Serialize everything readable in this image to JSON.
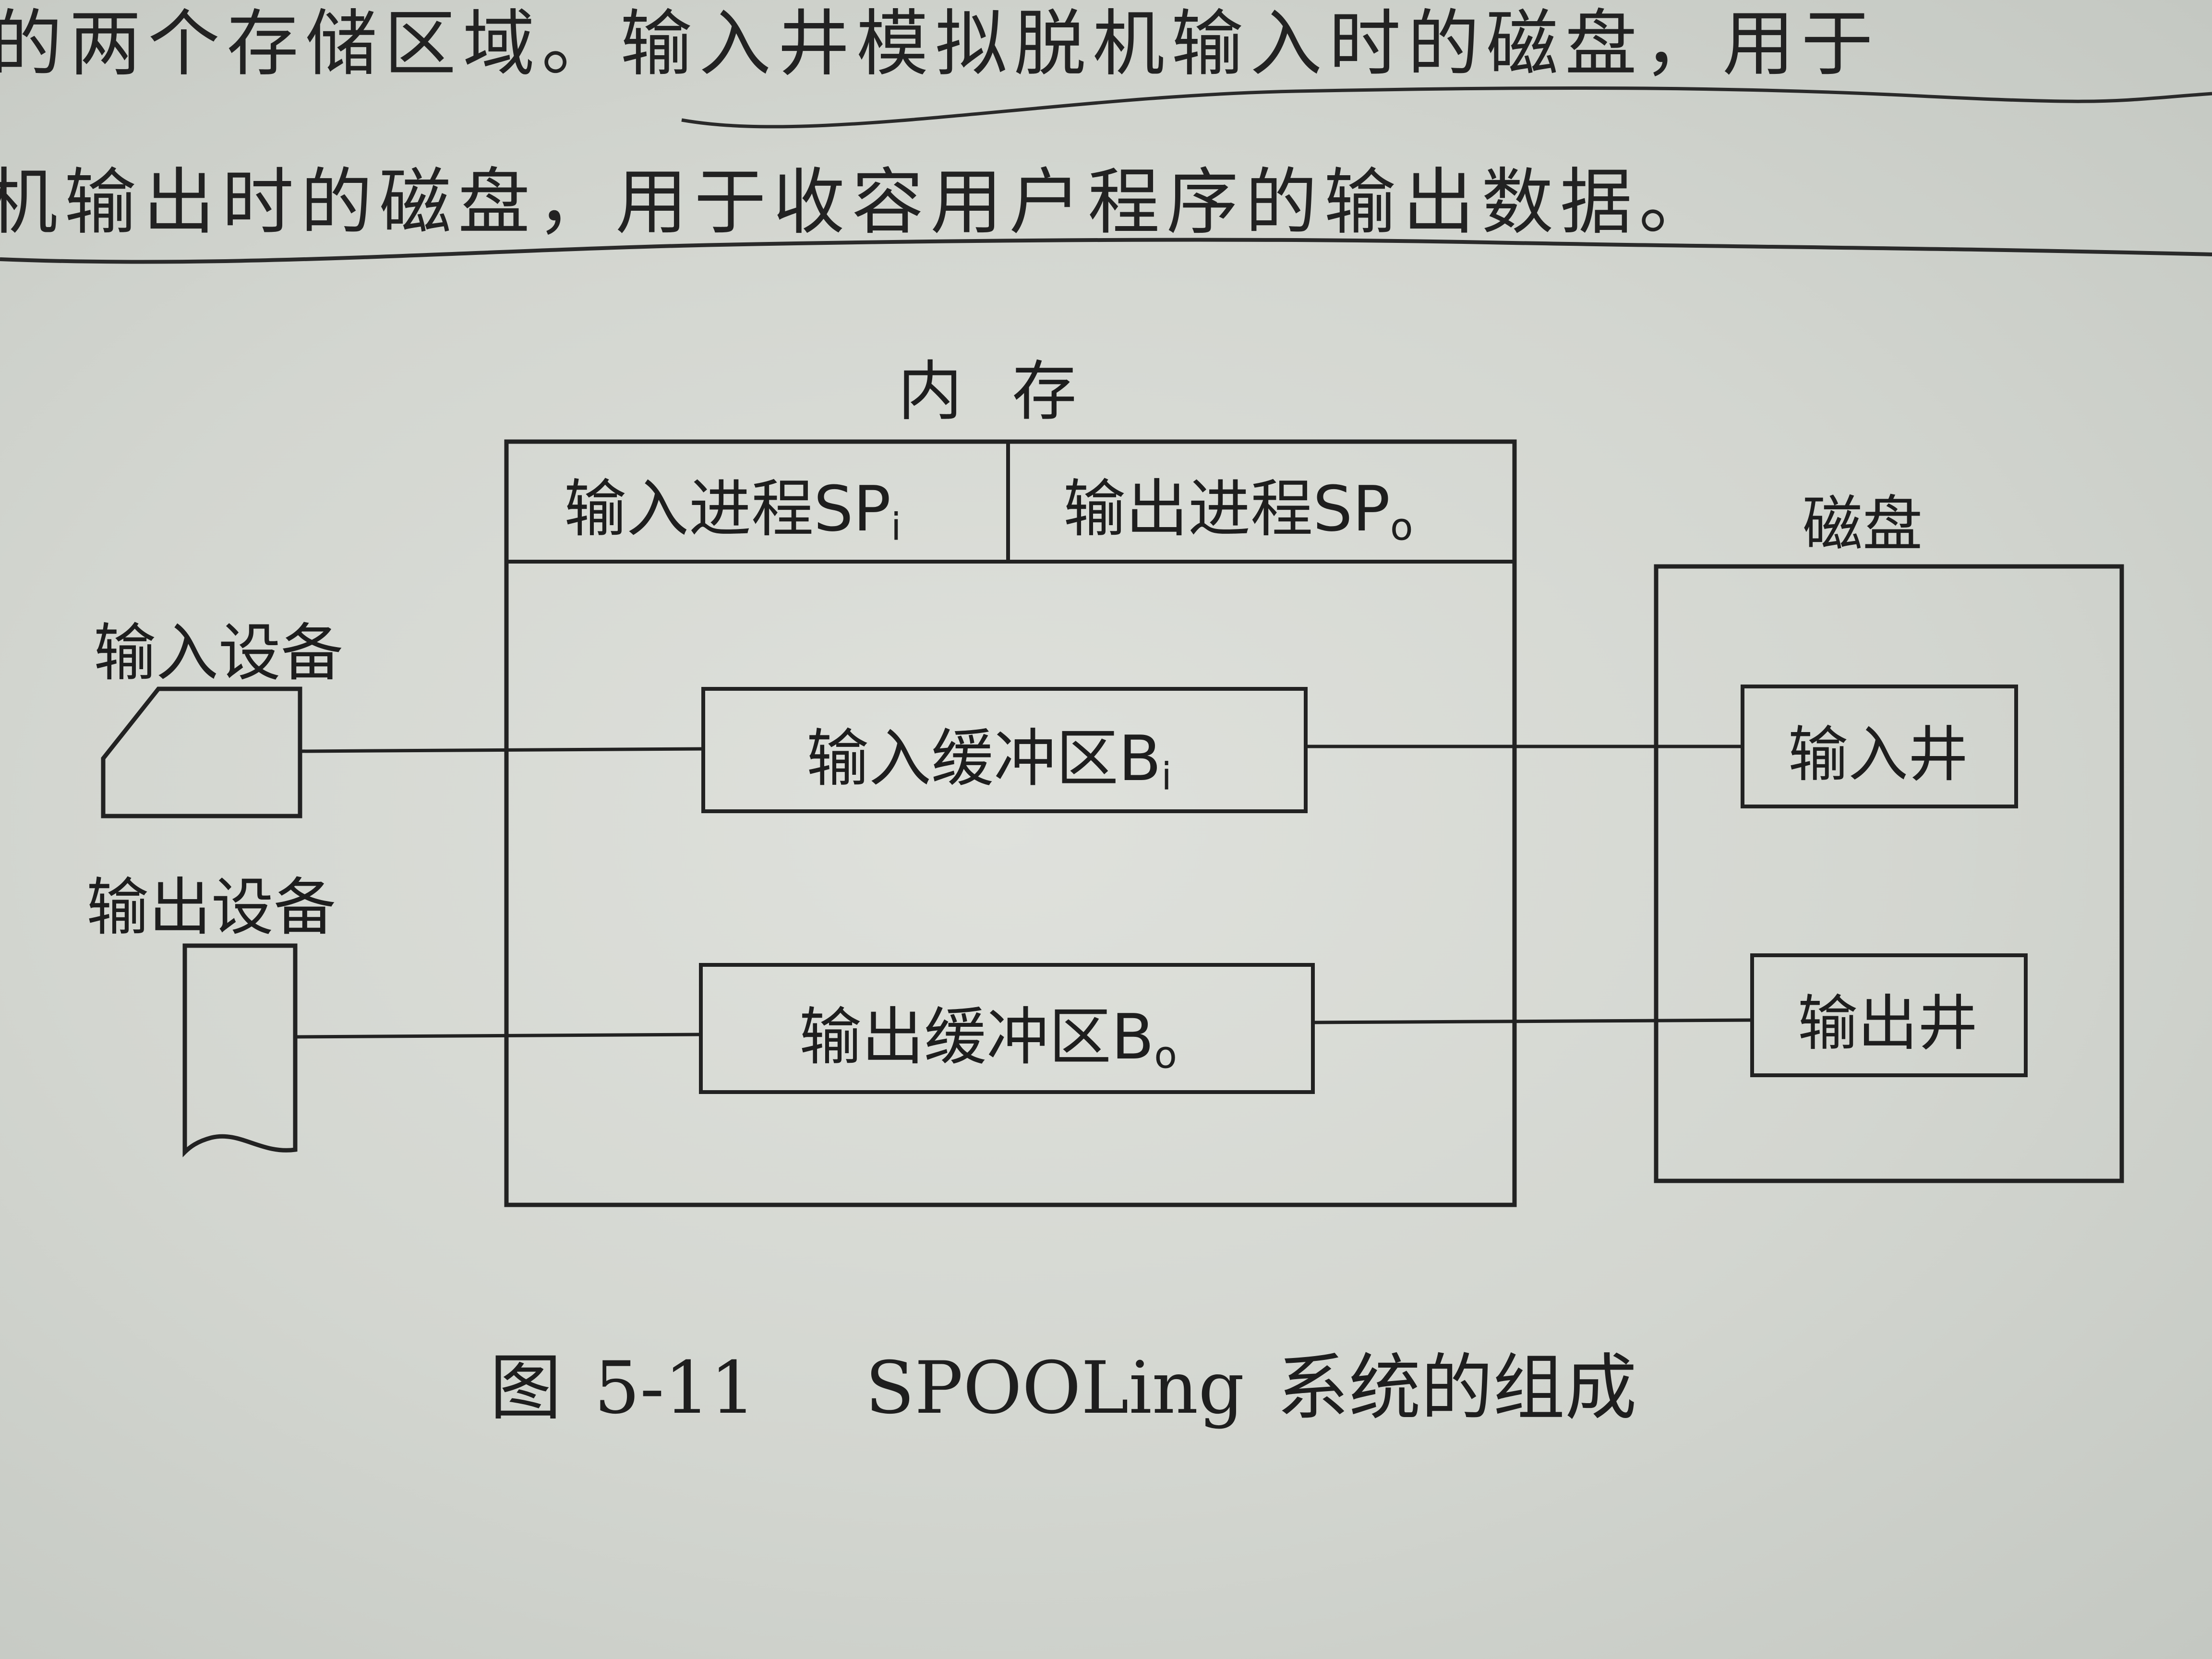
{
  "text": {
    "line1": "的两个存储区域。输入井模拟脱机输入时的磁盘，用于",
    "line2": "机输出时的磁盘，用于收容用户程序的输出数据。"
  },
  "diagram": {
    "memory_title": "内 存",
    "input_process": "输入进程SP",
    "input_process_sub": "i",
    "output_process": "输出进程SP",
    "output_process_sub": "o",
    "input_buffer": "输入缓冲区B",
    "input_buffer_sub": "i",
    "output_buffer": "输出缓冲区B",
    "output_buffer_sub": "o",
    "disk_title": "磁盘",
    "input_well": "输入井",
    "output_well": "输出井",
    "input_device": "输入设备",
    "output_device": "输出设备"
  },
  "caption": {
    "prefix": "图",
    "number": "5-11",
    "title_en": "SPOOLing",
    "title_cn": "系统的组成"
  },
  "colors": {
    "paper": "#d7d9d4",
    "ink": "#1c1c1c",
    "pen": "#2a2a2a"
  }
}
